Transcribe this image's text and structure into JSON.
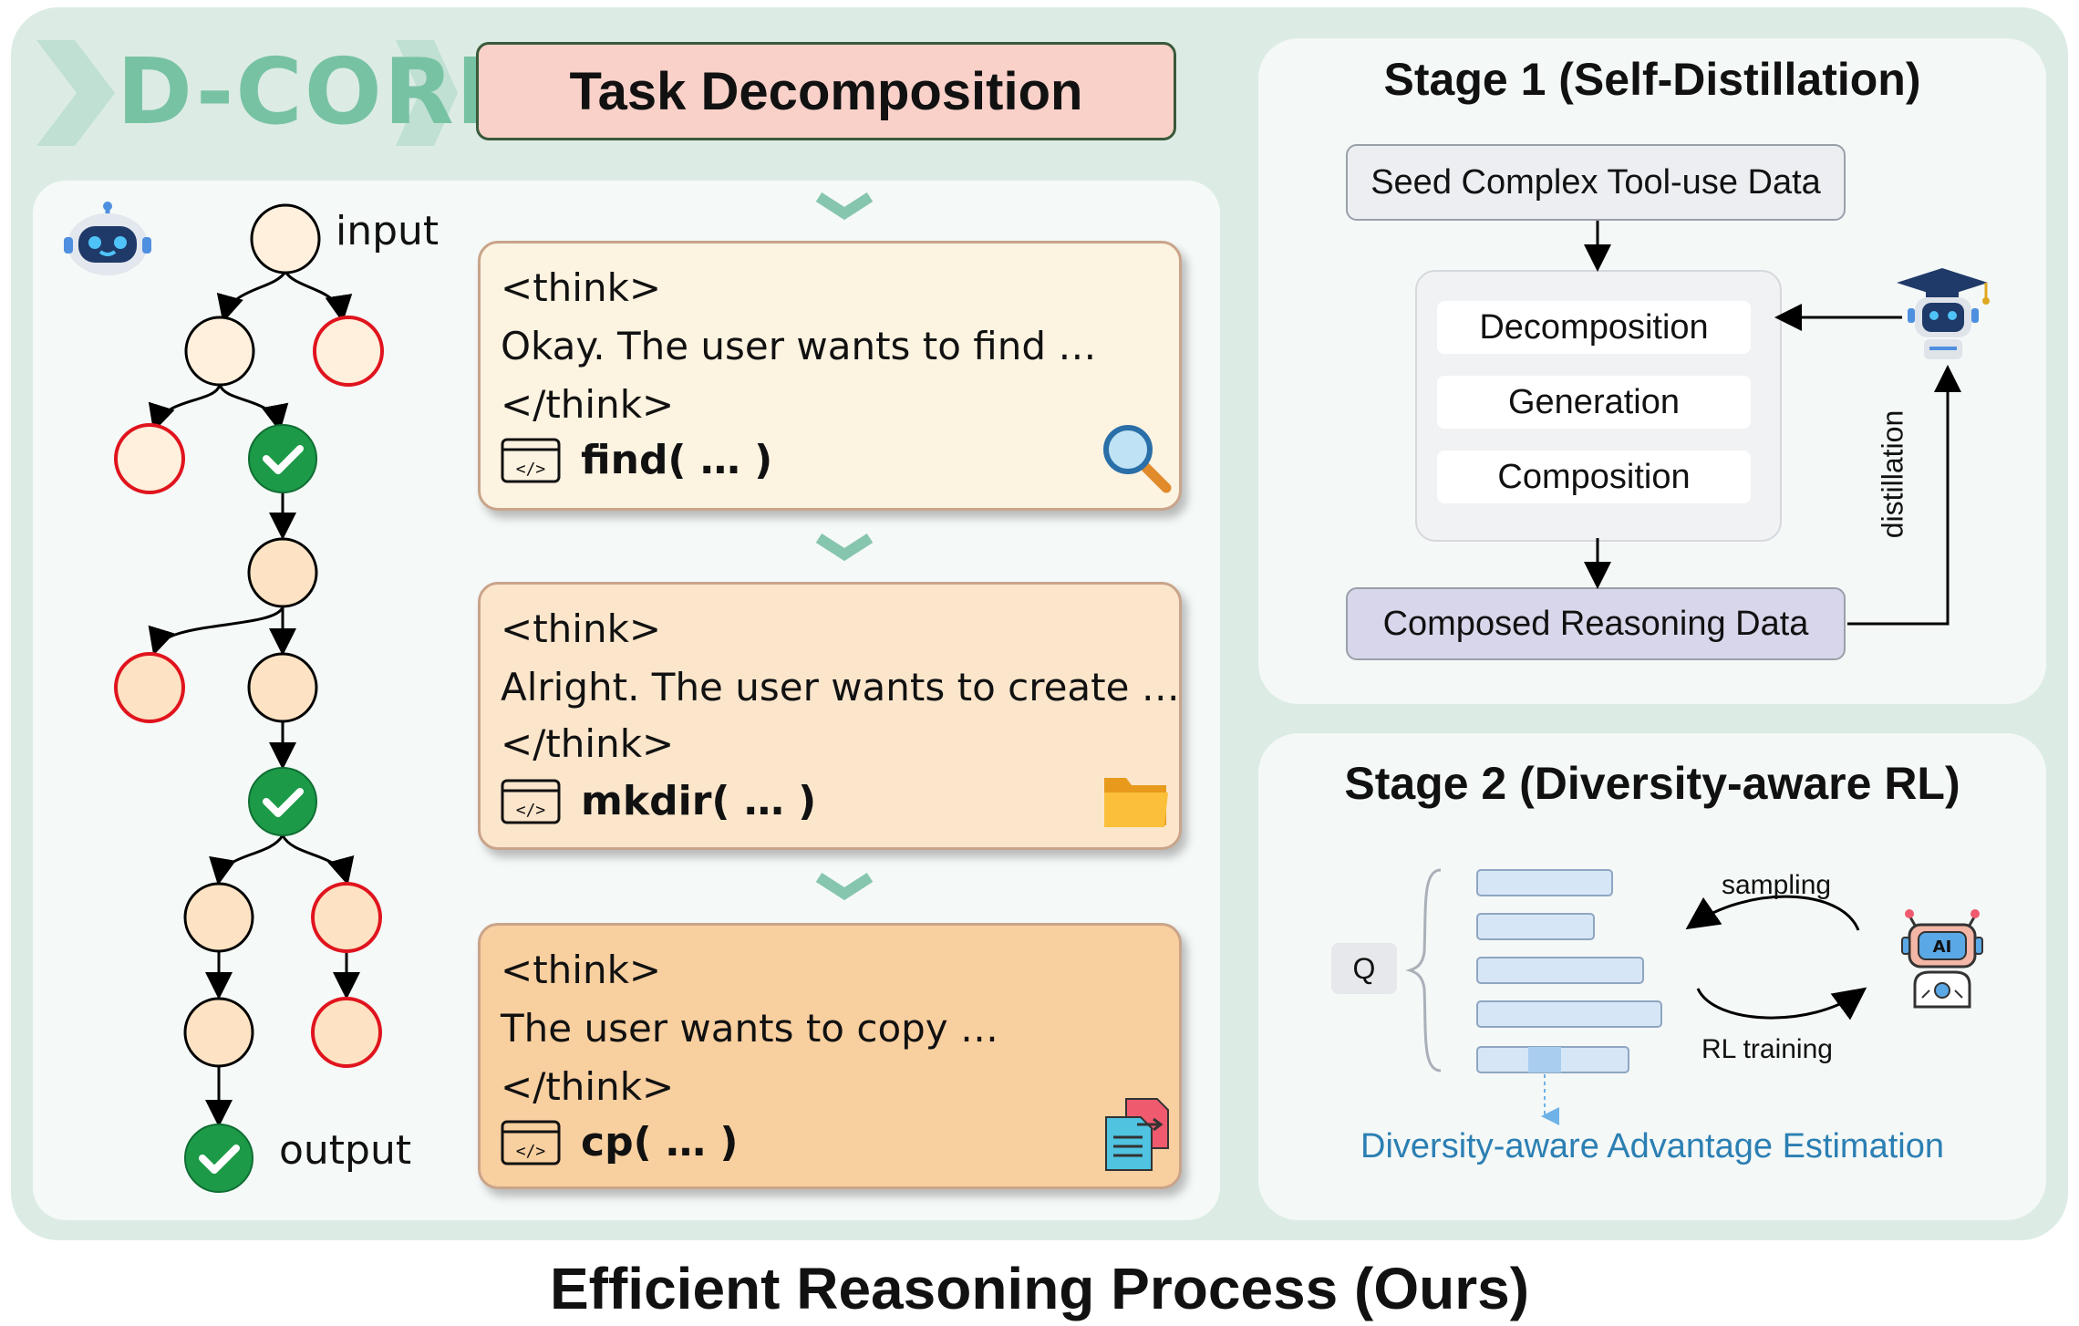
{
  "logo": {
    "text": "D-CORE"
  },
  "header": {
    "title": "Task Decomposition"
  },
  "tree": {
    "input_label": "input",
    "output_label": "output"
  },
  "steps": [
    {
      "think_open": "<think>",
      "thought": "Okay. The user wants to find …",
      "think_close": "</think>",
      "call": "find( … )",
      "icon": "magnifier-icon"
    },
    {
      "think_open": "<think>",
      "thought": "Alright. The user wants to create …",
      "think_close": "</think>",
      "call": "mkdir( … )",
      "icon": "folder-icon"
    },
    {
      "think_open": "<think>",
      "thought": "The user wants to copy …",
      "think_close": "</think>",
      "call": "cp( … )",
      "icon": "copy-file-icon"
    }
  ],
  "stage1": {
    "title": "Stage 1 (Self-Distillation)",
    "seed_data": "Seed Complex Tool-use Data",
    "methods": [
      "Decomposition",
      "Generation",
      "Composition"
    ],
    "composed_data": "Composed Reasoning Data",
    "distillation_label": "distillation"
  },
  "stage2": {
    "title": "Stage 2 (Diversity-aware RL)",
    "query_label": "Q",
    "sampling_label": "sampling",
    "rl_label": "RL training",
    "advantage_label": "Diversity-aware Advantage Estimation"
  },
  "footer": {
    "title": "Efficient Reasoning Process (Ours)"
  },
  "colors": {
    "panel": "#dcece5",
    "logo": "#78c2a4",
    "title_fill": "#f9d1c9",
    "step1_fill": "#fdf3e1",
    "step2_fill": "#fbe6cc",
    "step3_fill": "#f8cf9f",
    "node_fill": "#fde3c3",
    "node_fail": "#e0141e",
    "node_ok": "#1d9a48",
    "seed_fill": "#eceef2",
    "composed_fill": "#d8d6ea",
    "advantage_text": "#2b7fb3"
  }
}
